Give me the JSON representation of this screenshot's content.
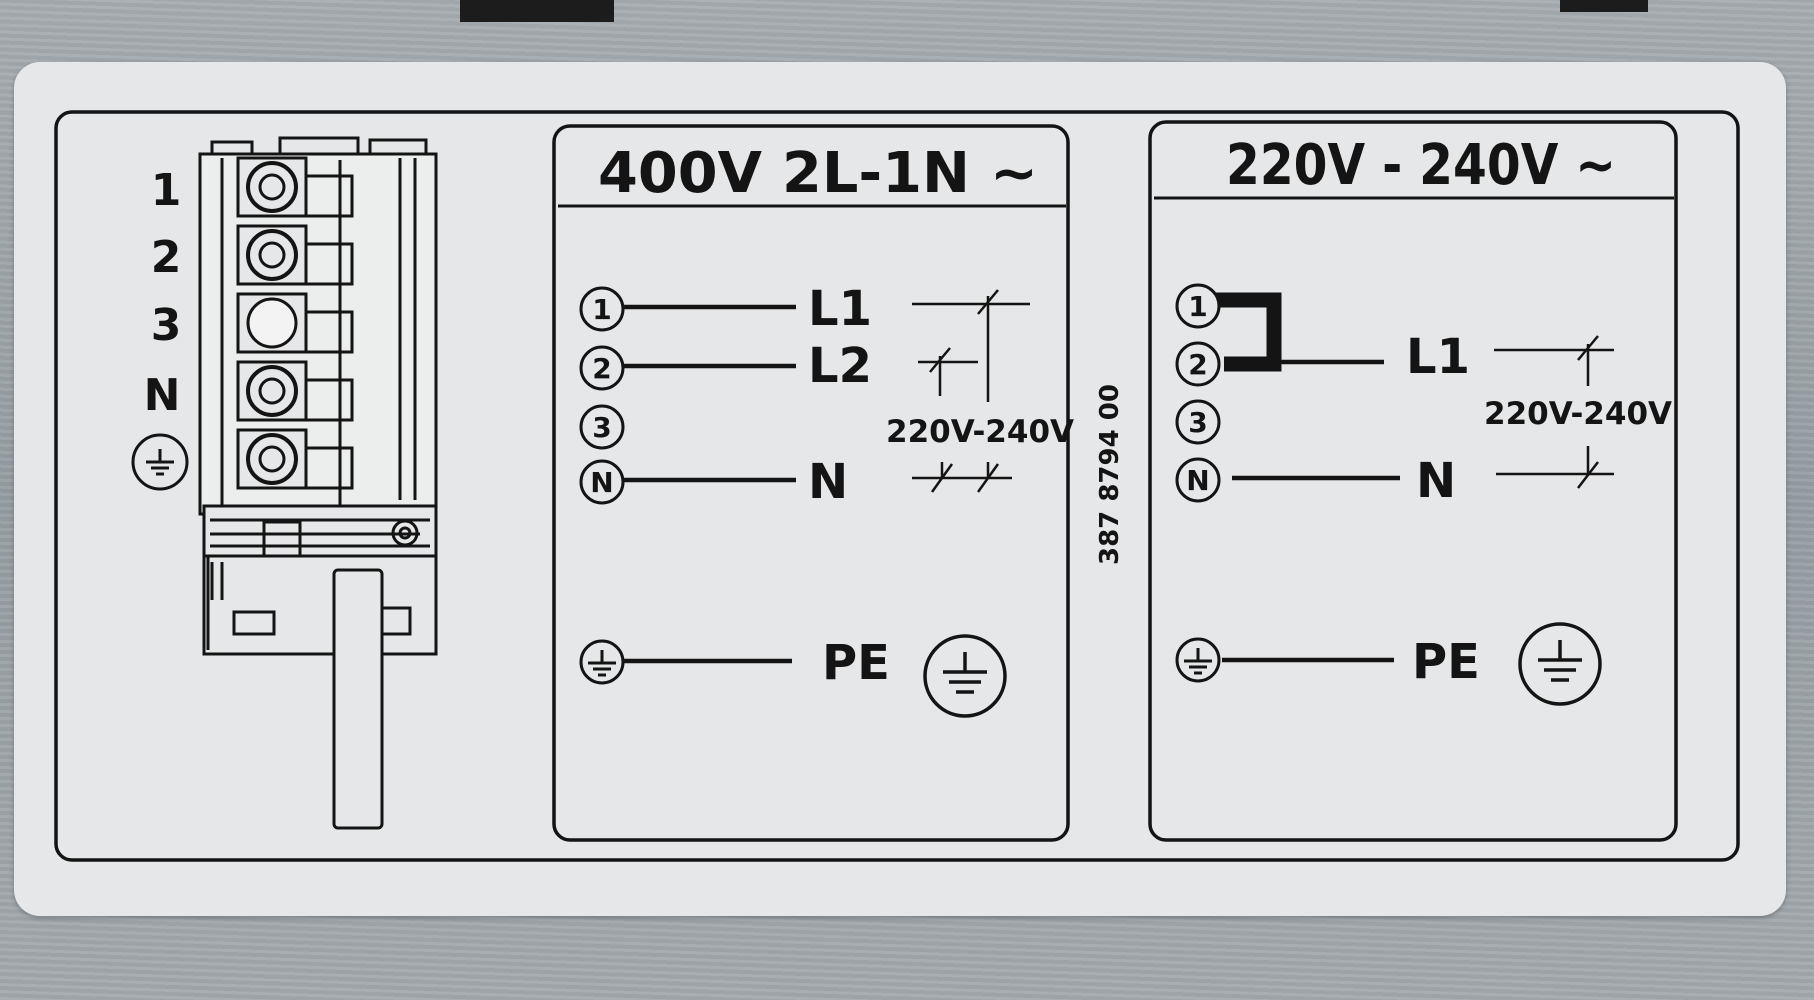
{
  "terminal_block": {
    "labels": [
      "1",
      "2",
      "3",
      "N"
    ]
  },
  "panel_400v": {
    "header": "400V  2L-1N ~",
    "terminals": [
      "1",
      "2",
      "3",
      "N"
    ],
    "wire_labels": [
      "L1",
      "L2",
      "N",
      "PE"
    ],
    "voltage": "220V-240V"
  },
  "panel_230v": {
    "header": "220V - 240V ~",
    "terminals": [
      "1",
      "2",
      "3",
      "N"
    ],
    "wire_labels": [
      "L1",
      "N",
      "PE"
    ],
    "voltage": "220V-240V"
  },
  "part_number": "387 8794 00",
  "icons": [
    "ground-icon",
    "screw-terminal-icon",
    "cable"
  ],
  "colors": {
    "ink": "#141414",
    "label": "#e6e7e8",
    "metal": "#9ea4a8"
  }
}
